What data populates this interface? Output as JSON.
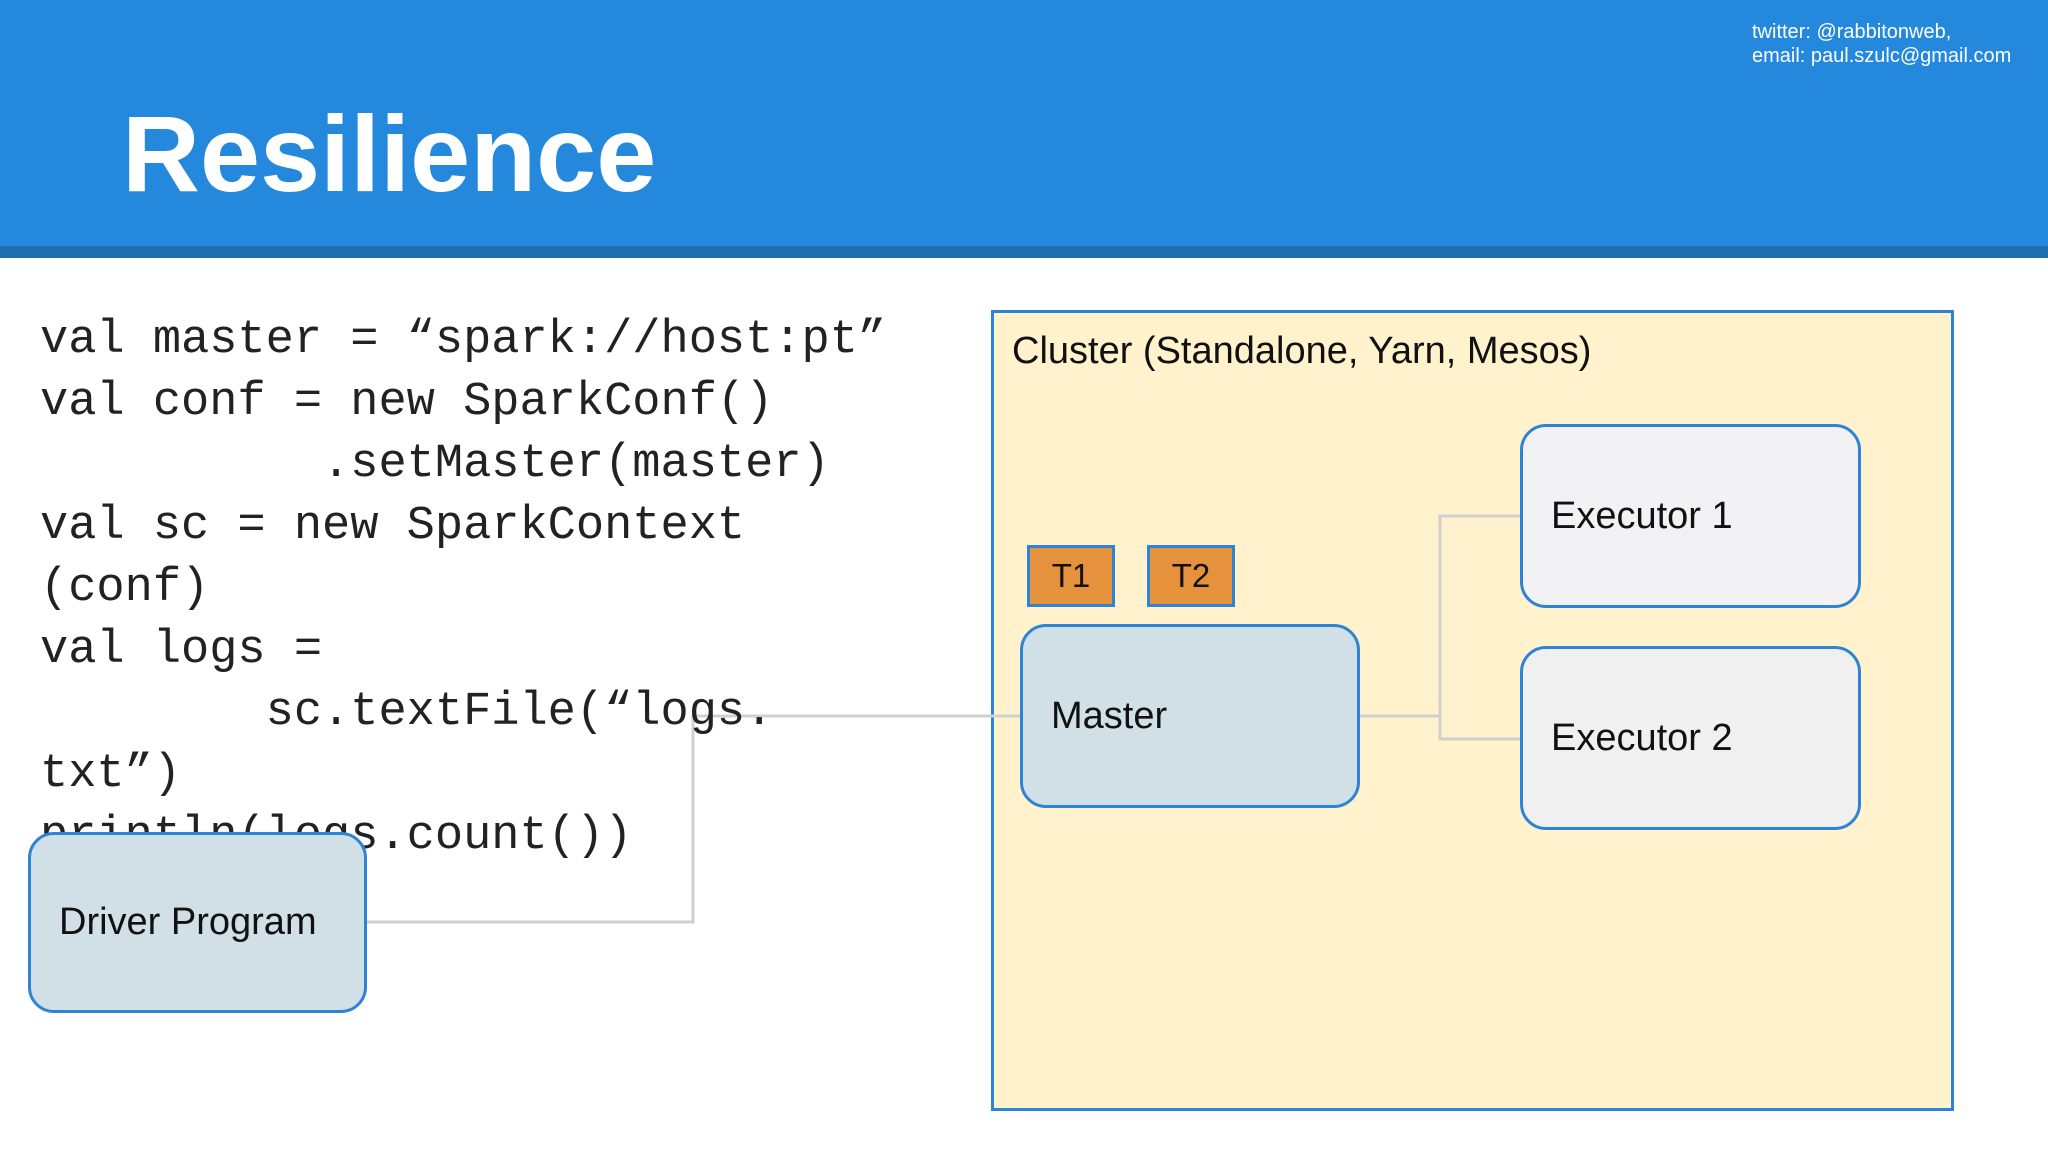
{
  "slide": {
    "title": "Resilience",
    "contact": {
      "twitter": "twitter: @rabbitonweb,",
      "email": "email: paul.szulc@gmail.com"
    }
  },
  "code": {
    "lines": [
      "val master = “spark://host:pt”",
      "val conf = new SparkConf()",
      "          .setMaster(master)",
      "val sc = new SparkContext",
      "(conf)",
      "val logs =",
      "        sc.textFile(“logs.",
      "txt”)",
      "println(logs.count())"
    ]
  },
  "diagram": {
    "driver": "Driver Program",
    "cluster": "Cluster (Standalone, Yarn, Mesos)",
    "master": "Master",
    "tasks": [
      "T1",
      "T2"
    ],
    "executors": [
      "Executor 1",
      "Executor 2"
    ]
  },
  "colors": {
    "header": "#2488dc",
    "node_border": "#2d84d6",
    "cluster_fill": "#fff2cc",
    "task_fill": "#e6913b",
    "connector": "#d0d0d0"
  }
}
